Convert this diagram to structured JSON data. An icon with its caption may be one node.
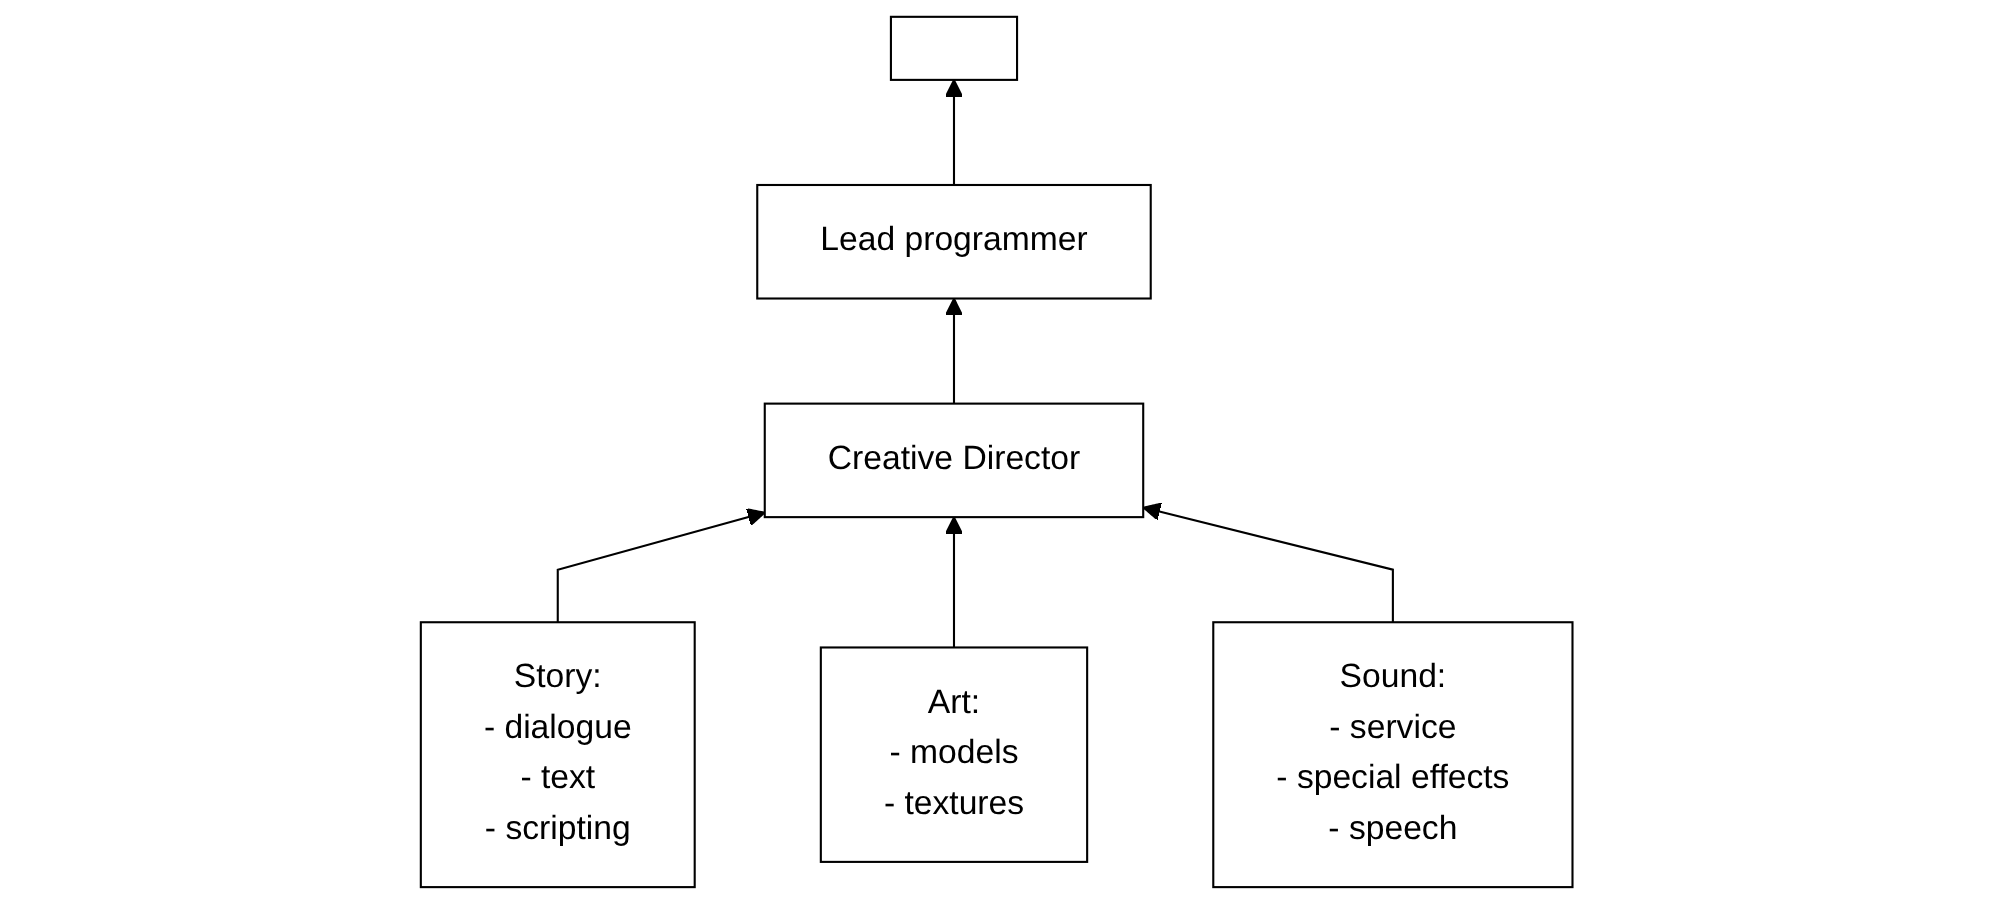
{
  "diagram": {
    "nodes": [
      {
        "text": [],
        "shape": "box"
      },
      {
        "text": [
          "Lead programmer"
        ]
      },
      {
        "text": [
          "Creative Director"
        ]
      },
      {
        "text": [
          "Story:",
          "- dialogue",
          "- text",
          "- scripting"
        ]
      },
      {
        "text": [
          "Art:",
          "- models",
          "- textures"
        ]
      },
      {
        "text": [
          "Sound:",
          "- service",
          "- special effects",
          "- speech"
        ]
      }
    ],
    "edges": [
      {
        "from": 1,
        "to": 0,
        "arrow": "to"
      },
      {
        "from": 2,
        "to": 1,
        "arrow": "to"
      },
      {
        "from": 3,
        "to": 2,
        "arrow": "to"
      },
      {
        "from": 4,
        "to": 2,
        "arrow": "to"
      },
      {
        "from": 5,
        "to": 2,
        "arrow": "to"
      }
    ]
  }
}
